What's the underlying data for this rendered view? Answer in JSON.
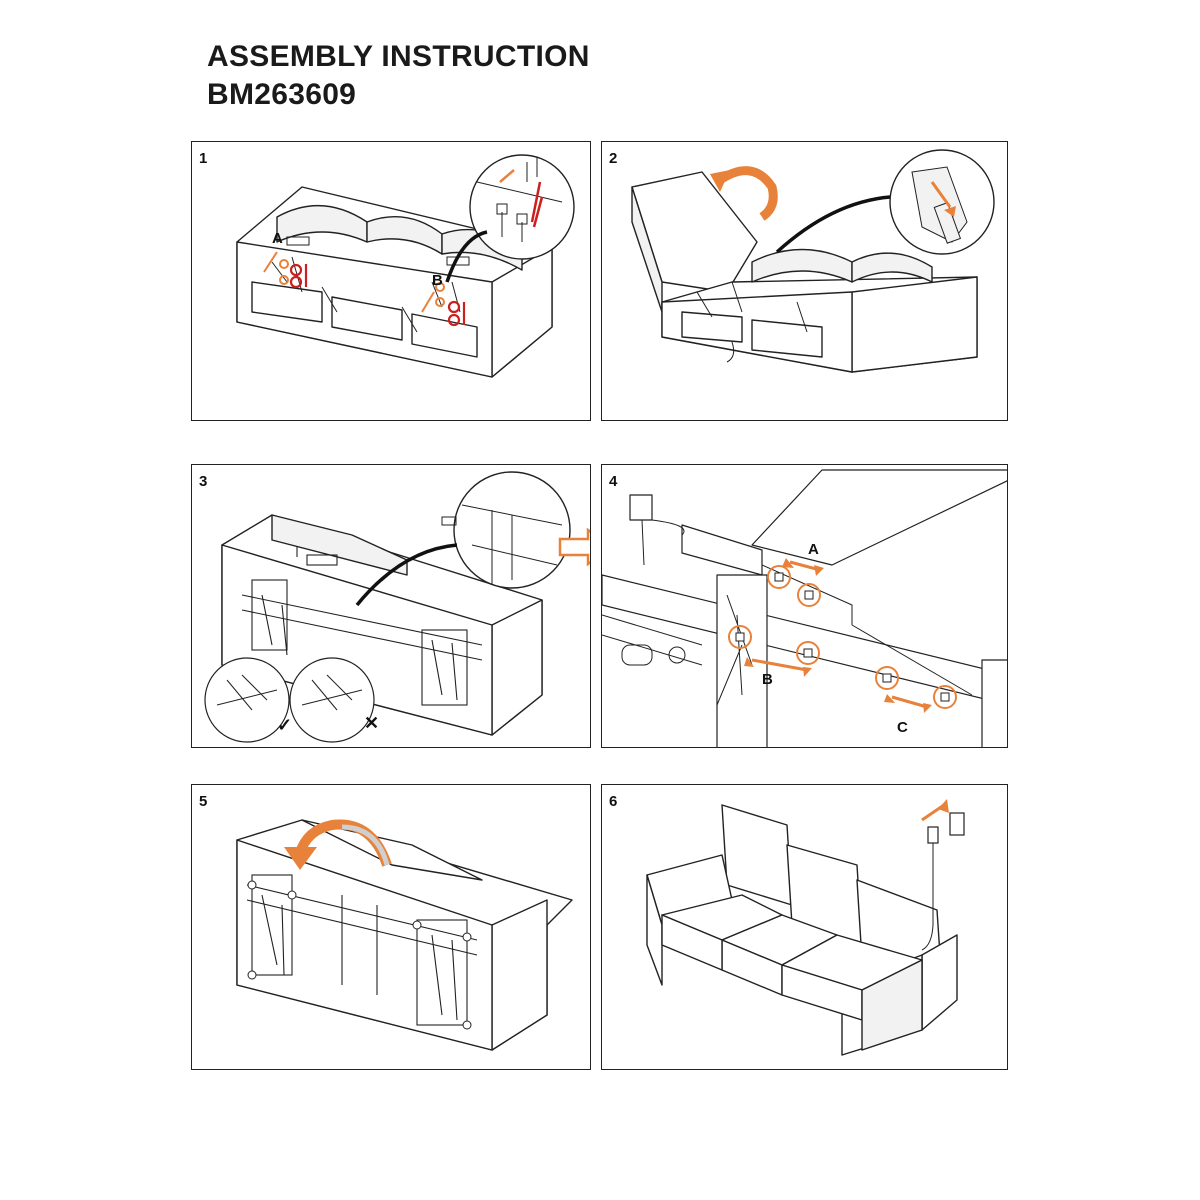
{
  "header": {
    "title": "ASSEMBLY INSTRUCTION",
    "model": "BM263609"
  },
  "steps": [
    {
      "number": "1",
      "labels": [
        "A",
        "B"
      ]
    },
    {
      "number": "2",
      "labels": []
    },
    {
      "number": "3",
      "labels": [
        "✓",
        "✕"
      ]
    },
    {
      "number": "4",
      "labels": [
        "A",
        "B",
        "C"
      ]
    },
    {
      "number": "5",
      "labels": []
    },
    {
      "number": "6",
      "labels": []
    }
  ],
  "colors": {
    "accent_orange": "#e8823a",
    "accent_red": "#cc1f1f",
    "line": "#222222",
    "fill_light": "#f2f2f2"
  }
}
